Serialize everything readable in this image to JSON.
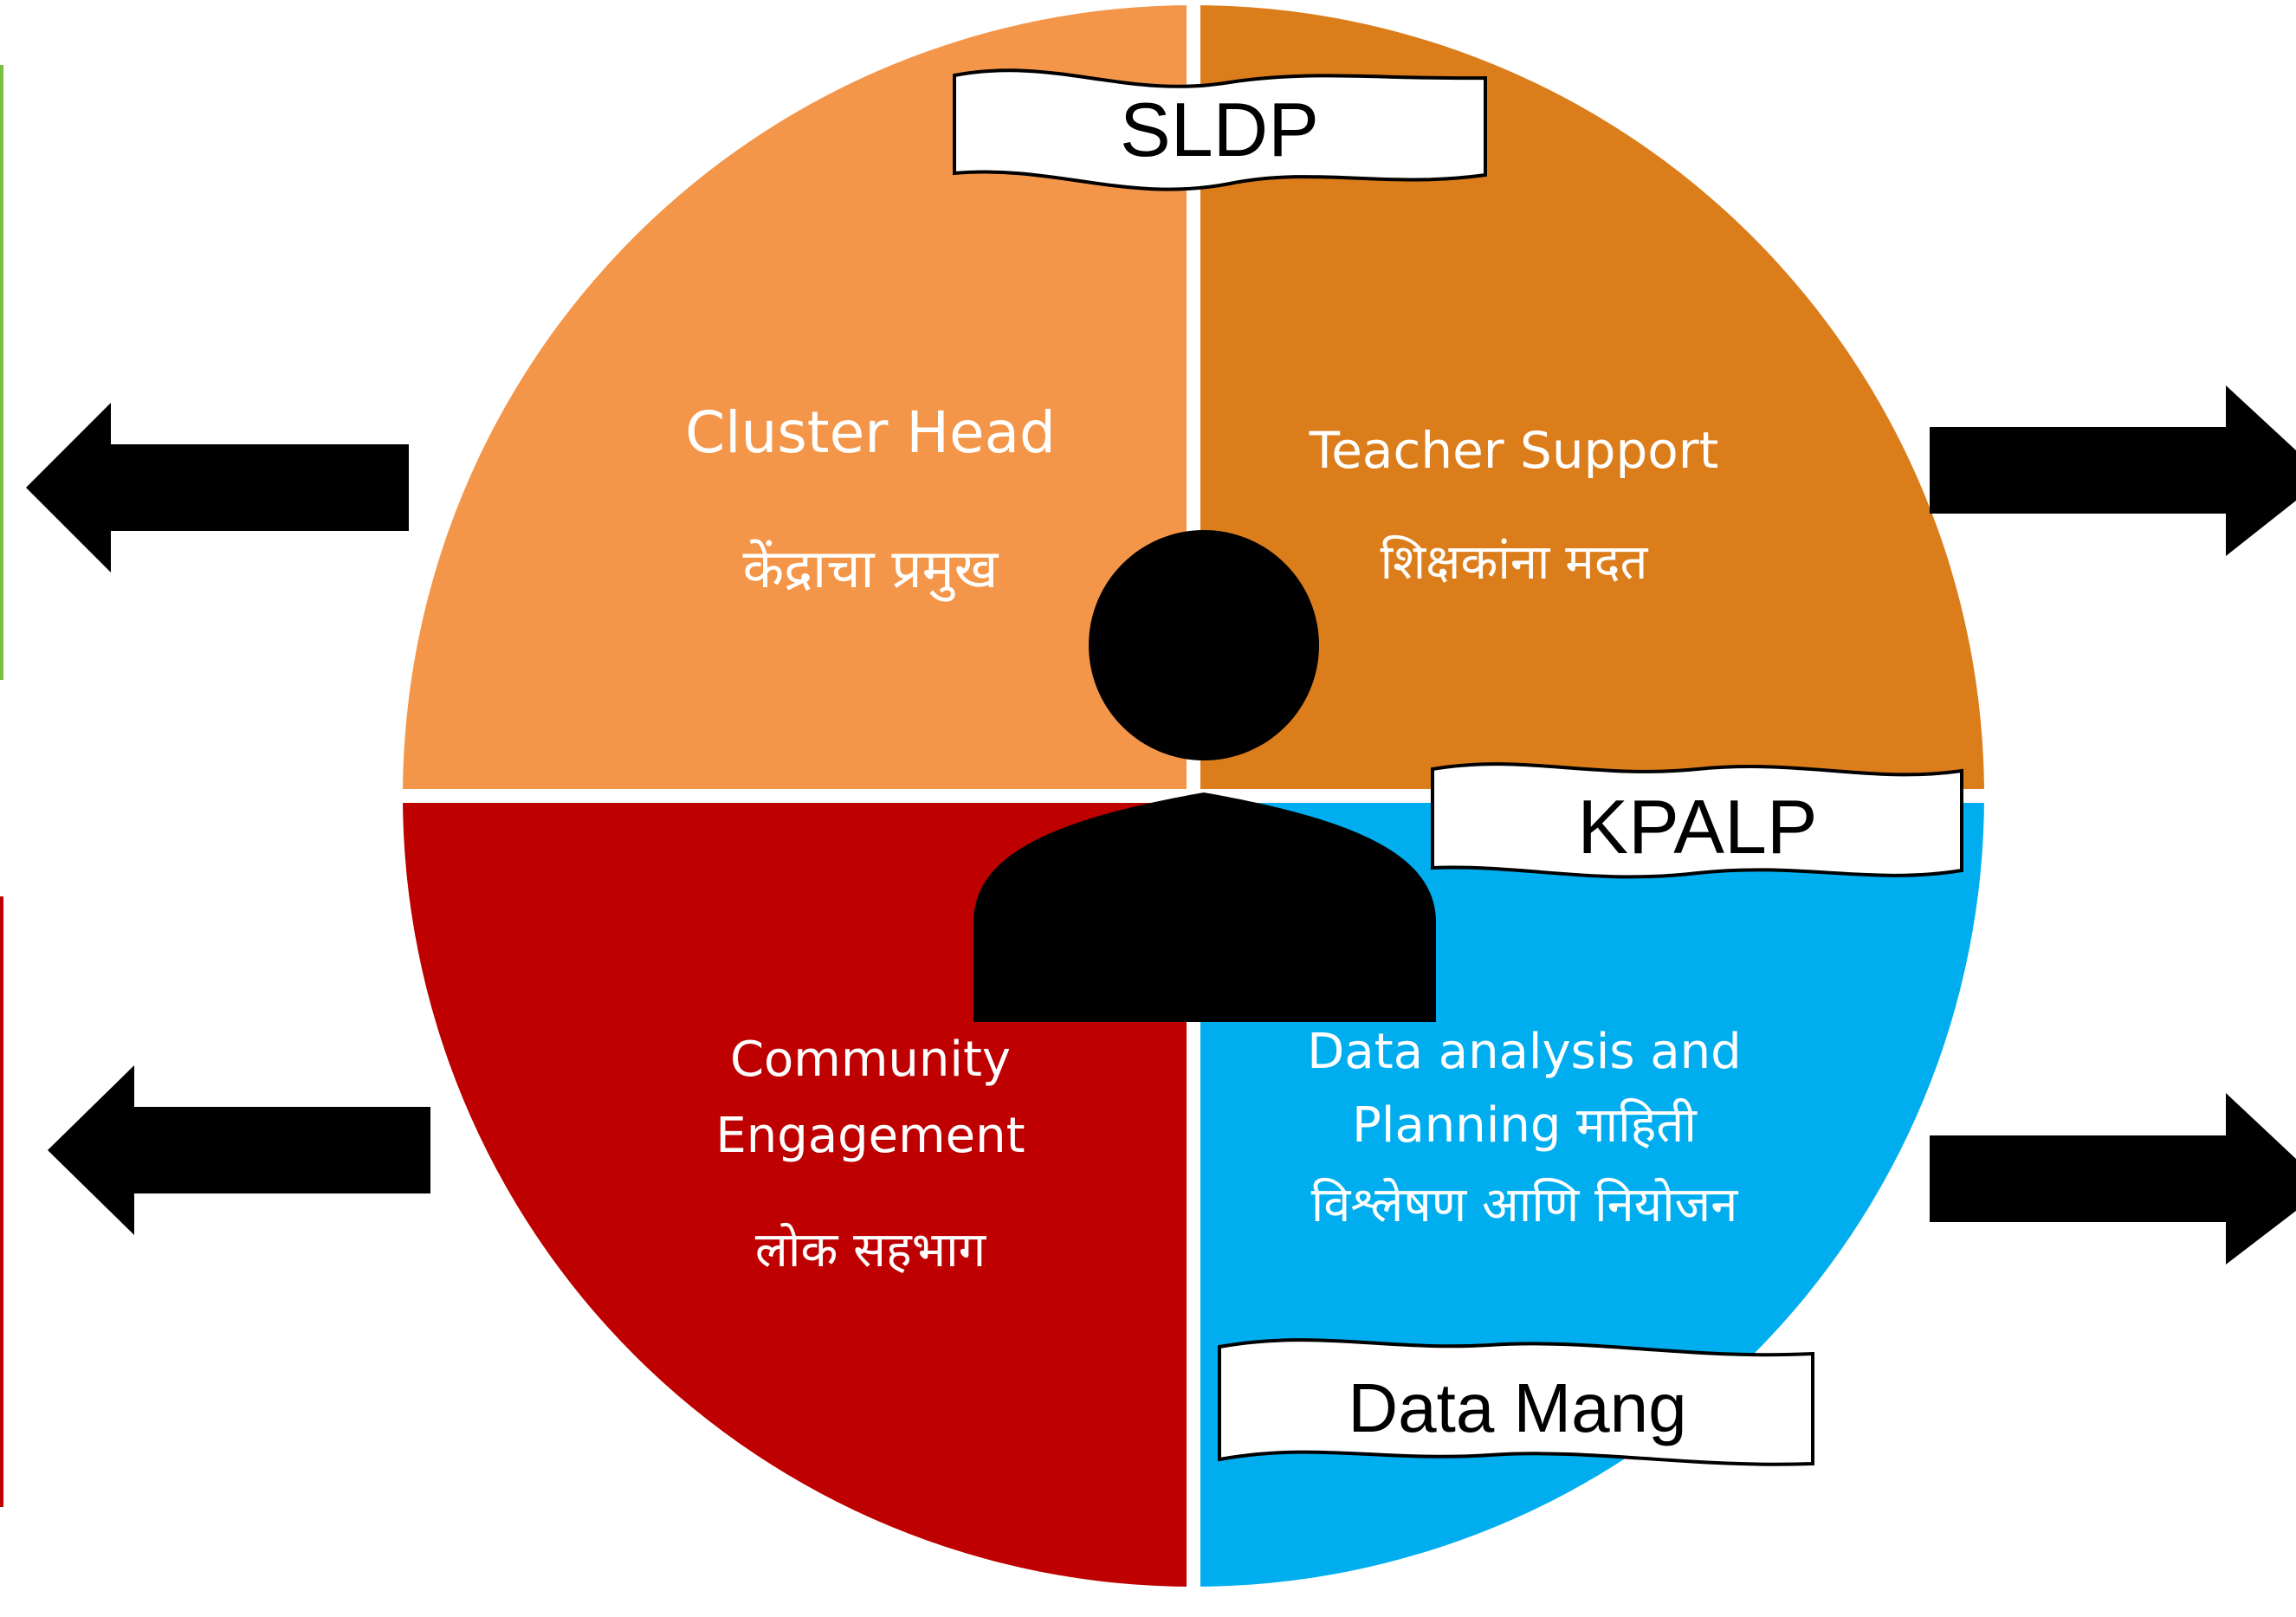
{
  "quadrants": {
    "top_left": {
      "title": "Cluster Head",
      "subtitle": "केंद्राचा प्रमुख",
      "color": "#F4964A"
    },
    "top_right": {
      "title": "Teacher  Support",
      "subtitle": "शिक्षकांना मदत",
      "color": "#DC7D1B"
    },
    "bottom_left": {
      "line1": "Community",
      "line2": "Engagement",
      "subtitle": "लोक सहभाग",
      "color": "#BE0000"
    },
    "bottom_right": {
      "line1": "Data analysis and",
      "line2": "Planning माहिती",
      "line3": "विश्लेषण आणि नियोजन",
      "color": "#00AEEF"
    }
  },
  "banners": {
    "sldp": "SLDP",
    "kpalp": "KPALP",
    "data_mang": "Data Mang"
  },
  "center_icon": "person-icon",
  "arrows": [
    "arrow-left-icon",
    "arrow-left-icon",
    "arrow-right-icon",
    "arrow-right-icon"
  ],
  "side_bars": {
    "left_top_color": "#7AC143",
    "left_bottom_color": "#BE0000"
  }
}
